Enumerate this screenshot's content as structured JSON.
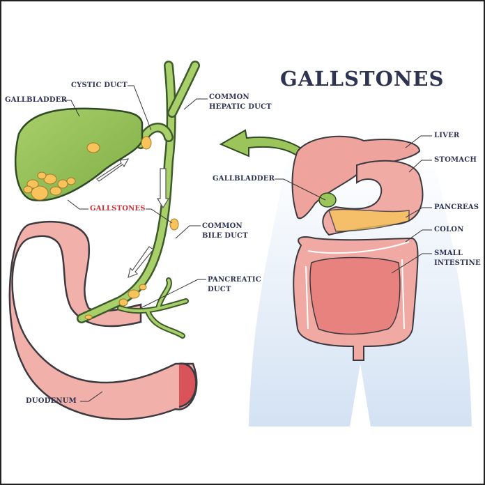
{
  "title": "GALLSTONES",
  "left_diagram": {
    "cystic_duct": "CYSTIC DUCT",
    "gallbladder": "GALLBLADDER",
    "common_hepatic_duct": [
      "COMMON",
      "HEPATIC DUCT"
    ],
    "gallstones": "GALLSTONES",
    "common_bile_duct": [
      "COMMON",
      "BILE DUCT"
    ],
    "pancreatic_duct": [
      "PANCREATIC",
      "DUCT"
    ],
    "duodenum": "DUODENUM"
  },
  "right_diagram": {
    "liver": "LIVER",
    "stomach": "STOMACH",
    "gallbladder": "GALLBLADDER",
    "pancreas": "PANCREAS",
    "colon": "COLON",
    "small_intestine": [
      "SMALL",
      "INTESTINE"
    ]
  },
  "colors": {
    "text": "#2f3352",
    "accent_red": "#c8353b",
    "bile_green": "#9bc45a",
    "stone": "#f7c35a",
    "tissue": "#eea39c",
    "body": "#dce8f5"
  }
}
